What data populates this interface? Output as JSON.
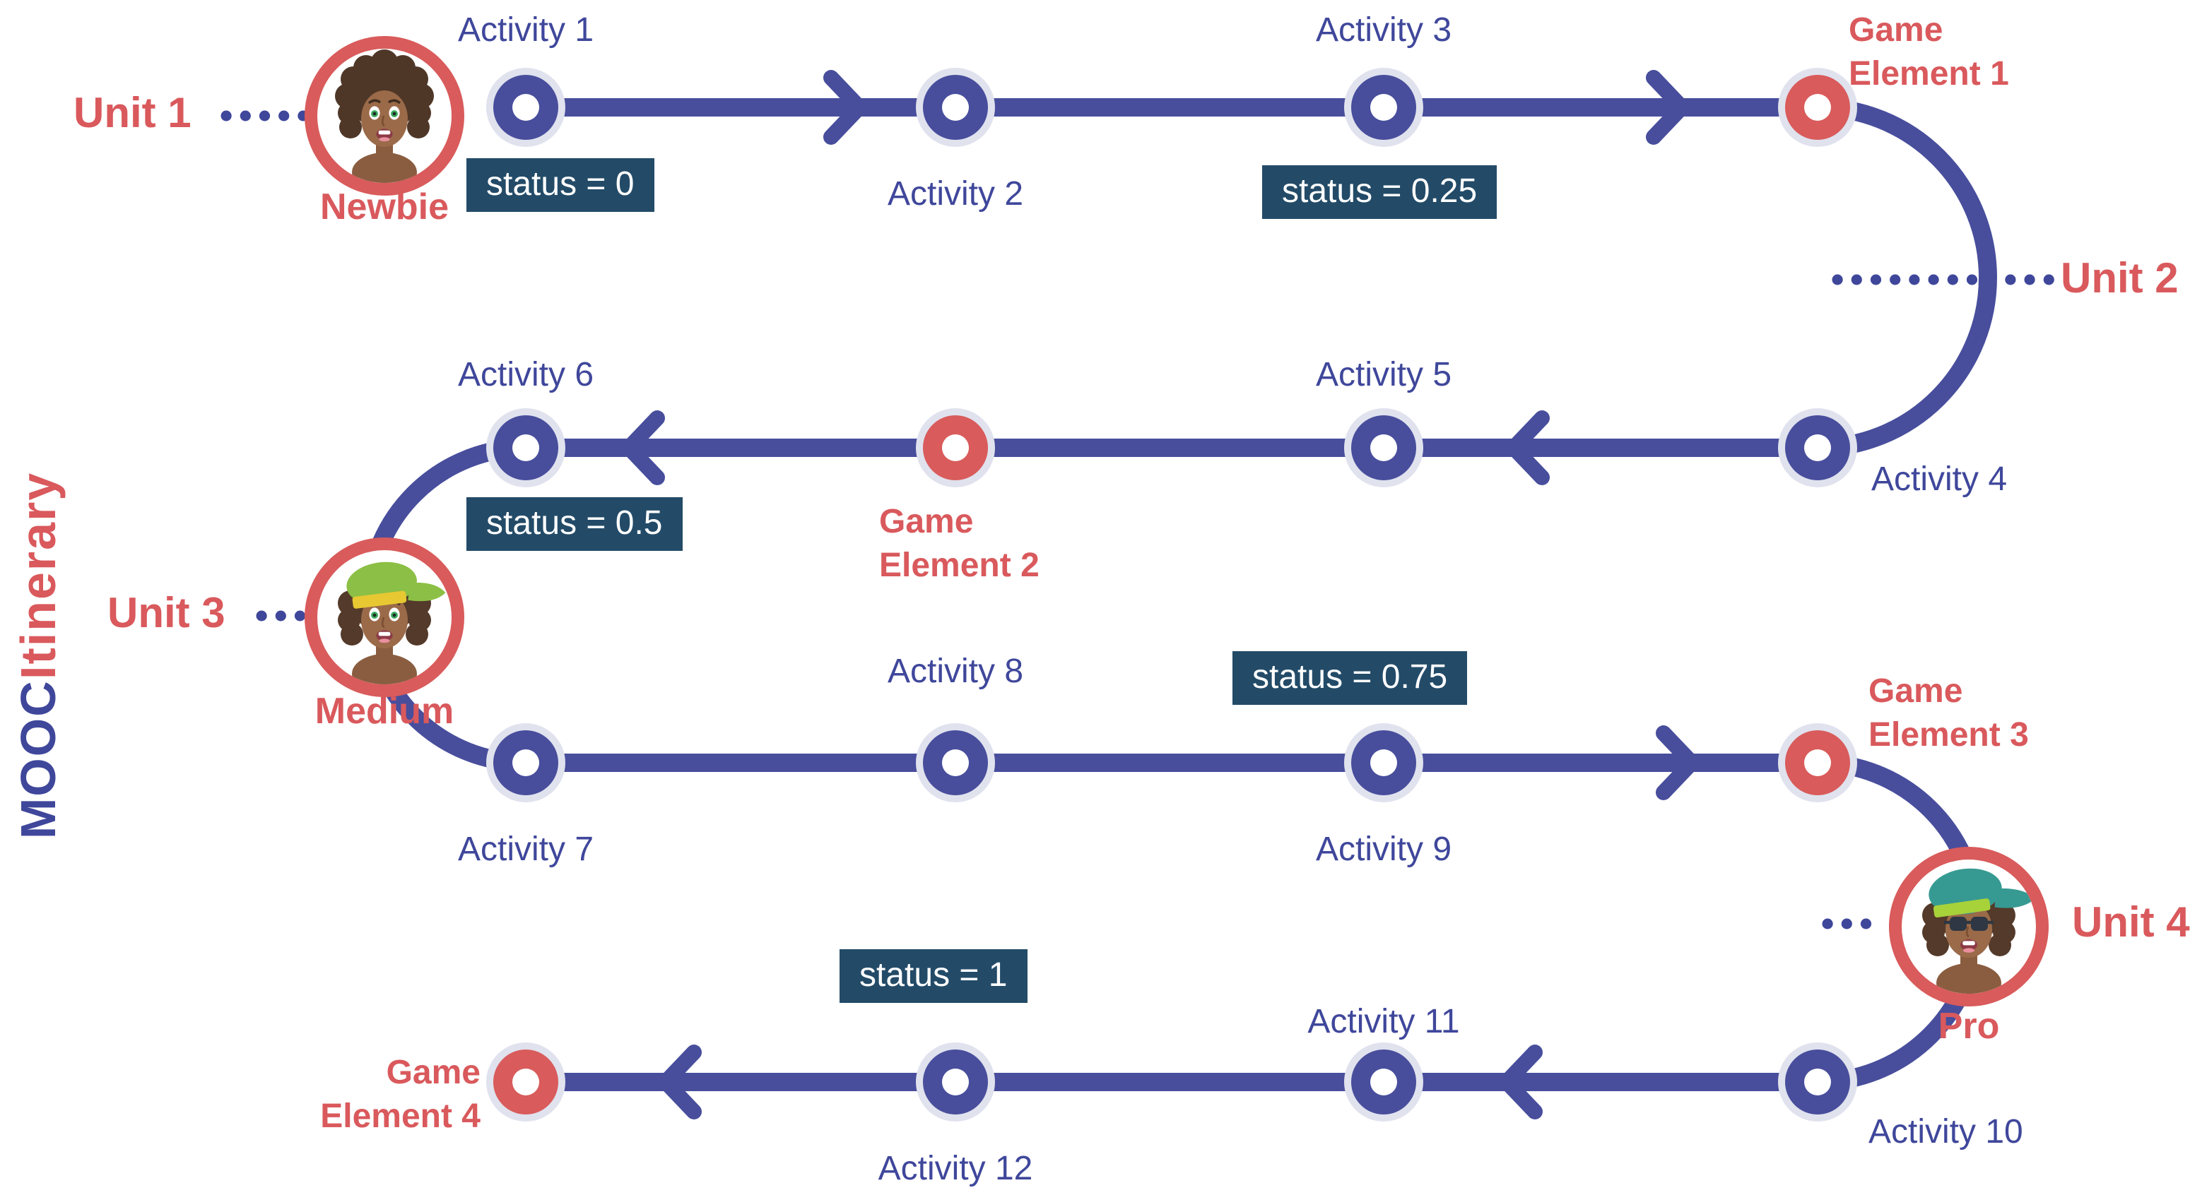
{
  "title": {
    "part1": "MOOC ",
    "part2": "Itinerary"
  },
  "units": [
    {
      "label": "Unit 1"
    },
    {
      "label": "Unit 2"
    },
    {
      "label": "Unit 3"
    },
    {
      "label": "Unit 4"
    }
  ],
  "avatars": [
    {
      "name": "Newbie"
    },
    {
      "name": "Medium"
    },
    {
      "name": "Pro"
    }
  ],
  "activities": [
    {
      "label": "Activity 1"
    },
    {
      "label": "Activity 2"
    },
    {
      "label": "Activity 3"
    },
    {
      "label": "Activity 4"
    },
    {
      "label": "Activity 5"
    },
    {
      "label": "Activity 6"
    },
    {
      "label": "Activity 7"
    },
    {
      "label": "Activity 8"
    },
    {
      "label": "Activity 9"
    },
    {
      "label": "Activity 10"
    },
    {
      "label": "Activity 11"
    },
    {
      "label": "Activity 12"
    }
  ],
  "game_elements": [
    {
      "line1": "Game",
      "line2": "Element 1"
    },
    {
      "line1": "Game",
      "line2": "Element 2"
    },
    {
      "line1": "Game",
      "line2": "Element 3"
    },
    {
      "line1": "Game",
      "line2": "Element 4"
    }
  ],
  "statuses": [
    {
      "label": "status = 0"
    },
    {
      "label": "status = 0.25"
    },
    {
      "label": "status = 0.5"
    },
    {
      "label": "status = 0.75"
    },
    {
      "label": "status = 1"
    }
  ],
  "colors": {
    "indigo_path": "#484e9c",
    "indigo_text": "#3f479b",
    "coral_red": "#d95b5b",
    "badge_background": "#234b68",
    "node_halo": "#e0e2ee",
    "white": "#ffffff"
  }
}
